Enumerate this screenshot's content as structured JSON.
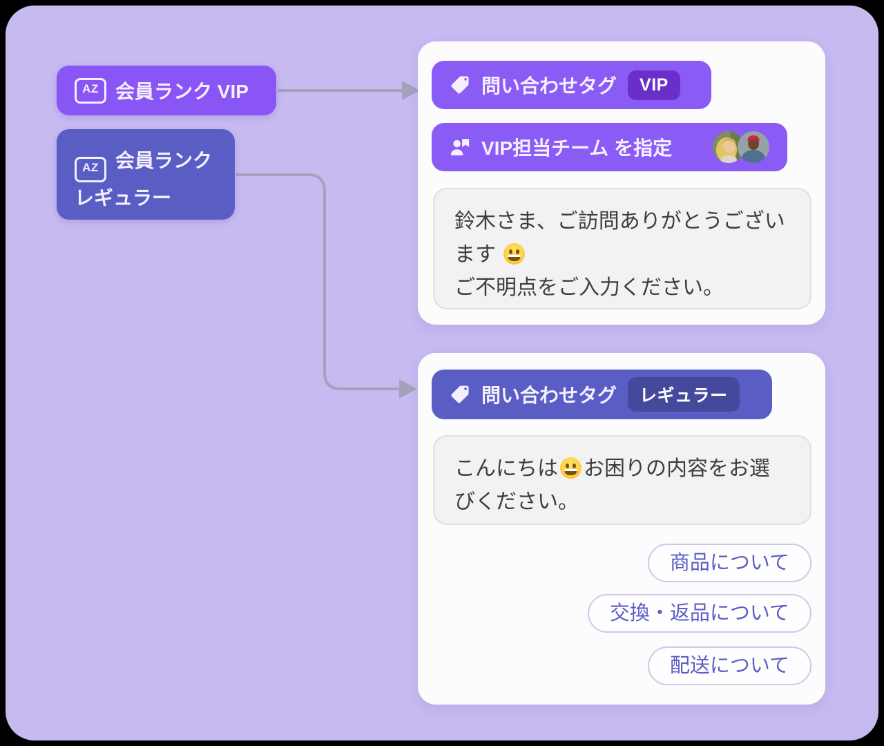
{
  "colors": {
    "canvas_bg": "#C7BAF1",
    "accent_purple": "#8B5BF6",
    "accent_indigo": "#5A5EC4",
    "chip_purple": "#6B2FC9",
    "chip_indigo": "#45499C",
    "arrow": "#A6A1BB",
    "card_bg": "#FCFCFD",
    "bubble_bg": "#F2F2F4"
  },
  "attribute_vip": {
    "icon": "az-attribute-icon",
    "icon_text": "AZ",
    "label": "会員ランク VIP"
  },
  "attribute_regular": {
    "icon": "az-attribute-icon",
    "icon_text": "AZ",
    "label": "会員ランク\nレギュラー"
  },
  "vip_card": {
    "tag_step": {
      "icon": "tag-icon",
      "label": "問い合わせタグ",
      "value": "VIP"
    },
    "assign_step": {
      "icon": "person-flag-icon",
      "label": "VIP担当チーム を指定",
      "avatars": [
        "blonde-woman-agent",
        "man-in-red-cap-agent"
      ]
    },
    "message": "鈴木さま、ご訪問ありがとうございます 😀\nご不明点をご入力ください。"
  },
  "regular_card": {
    "tag_step": {
      "icon": "tag-icon",
      "label": "問い合わせタグ",
      "value": "レギュラー"
    },
    "message": "こんにちは😀お困りの内容をお選びください。",
    "quick_replies": [
      "商品について",
      "交換・返品について",
      "配送について"
    ]
  }
}
